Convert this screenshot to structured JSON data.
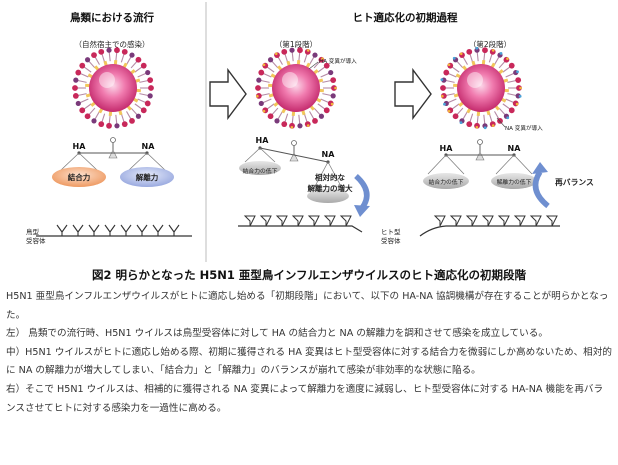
{
  "panel_titles": {
    "left": "鳥類における流行",
    "right": "ヒト適応化の初期過程"
  },
  "stage_labels": {
    "left": "（自然宿主での感染）",
    "middle": "（第1段階）",
    "right": "（第2段階）"
  },
  "virus_annotations": {
    "ha_mutation": "HA 変異が導入",
    "na_mutation": "NA 変異が導入"
  },
  "balance_labels": {
    "ha": "HA",
    "na": "NA",
    "binding": "結合力",
    "cleavage": "解離力",
    "binding_low": "結合力の低下",
    "cleavage_low": "解離力の低下",
    "relative_increase_1": "相対的な",
    "relative_increase_2": "解離力の増大",
    "rebalance": "再バランス"
  },
  "receptor_labels": {
    "bird_1": "鳥型",
    "bird_2": "受容体",
    "human_1": "ヒト型",
    "human_2": "受容体"
  },
  "caption": "図2  明らかとなった H5N1 亜型鳥インフルエンザウイルスのヒト適応化の初期段階",
  "paragraphs": [
    "H5N1 亜型鳥インフルエンザウイルスがヒトに適応し始める「初期段階」において、以下の HA-NA 協調機構が存在することが明らかとなった。",
    "左） 鳥類での流行時、H5N1 ウイルスは鳥型受容体に対して HA の結合力と NA の解離力を調和させて感染を成立している。",
    "中）H5N1 ウイルスがヒトに適応し始める際、初期に獲得される HA 変異はヒト型受容体に対する結合力を微弱にしか高めないため、相対的に NA の解離力が増大してしまい、「結合力」と「解離力」のバランスが崩れて感染が非効率的な状態に陥る。",
    "右）そこで H5N1 ウイルスは、相補的に獲得される NA 変異によって解離力を適度に減弱し、ヒト型受容体に対する HA-NA 機能を再バランスさせてヒトに対する感染力を一過性に高める。"
  ],
  "colors": {
    "virus_core": "#e8468a",
    "spike_red": "#c8285a",
    "spike_purple": "#7a3a7a",
    "binding_pan": "#f2a477",
    "cleavage_pan": "#a9b6e6",
    "arrow_blue": "#5b7fc7"
  }
}
